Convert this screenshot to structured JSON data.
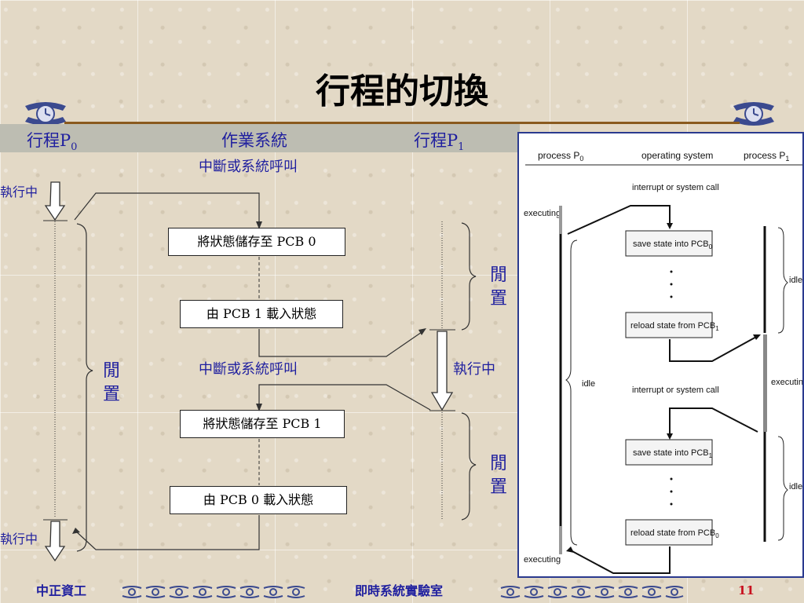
{
  "title": "行程的切換",
  "headers": {
    "p0": "行程P",
    "p0_sub": "0",
    "os": "作業系統",
    "p1": "行程P",
    "p1_sub": "1"
  },
  "interrupt_top": "中斷或系統呼叫",
  "interrupt_mid": "中斷或系統呼叫",
  "executing_top": "執行中",
  "executing_bottom": "執行中",
  "executing_p1": "執行中",
  "idle_p0": "閒置",
  "idle_p1_top": "閒置",
  "idle_p1_bottom": "閒置",
  "boxes": {
    "save0": "將狀態儲存至 PCB 0",
    "reload1": "由 PCB 1 載入狀態",
    "save1": "將狀態儲存至 PCB 1",
    "reload0": "由 PCB 0 載入狀態"
  },
  "english": {
    "process_p0": "process P",
    "process_p0_sub": "0",
    "operating_system": "operating system",
    "process_p1": "process P",
    "process_p1_sub": "1",
    "interrupt_1": "interrupt or system call",
    "interrupt_2": "interrupt or system call",
    "save_pcb0": "save state into PCB",
    "save_pcb0_sub": "0",
    "reload_pcb1": "reload state from PCB",
    "reload_pcb1_sub": "1",
    "save_pcb1": "save state into PCB",
    "save_pcb1_sub": "1",
    "reload_pcb0": "reload state from PCB",
    "reload_pcb0_sub": "0",
    "executing_top": "executing",
    "executing_bottom": "executing",
    "executing_p1": "executing",
    "idle_p0": "idle",
    "idle_p1_top": "idle",
    "idle_p1_bottom": "idle"
  },
  "footer": {
    "left": "中正資工",
    "center": "即時系統實驗室",
    "page": "11"
  },
  "colors": {
    "text_blue": "#1f1f9f",
    "rule_brown": "#8a5a1e",
    "page_red": "#c8101e"
  }
}
